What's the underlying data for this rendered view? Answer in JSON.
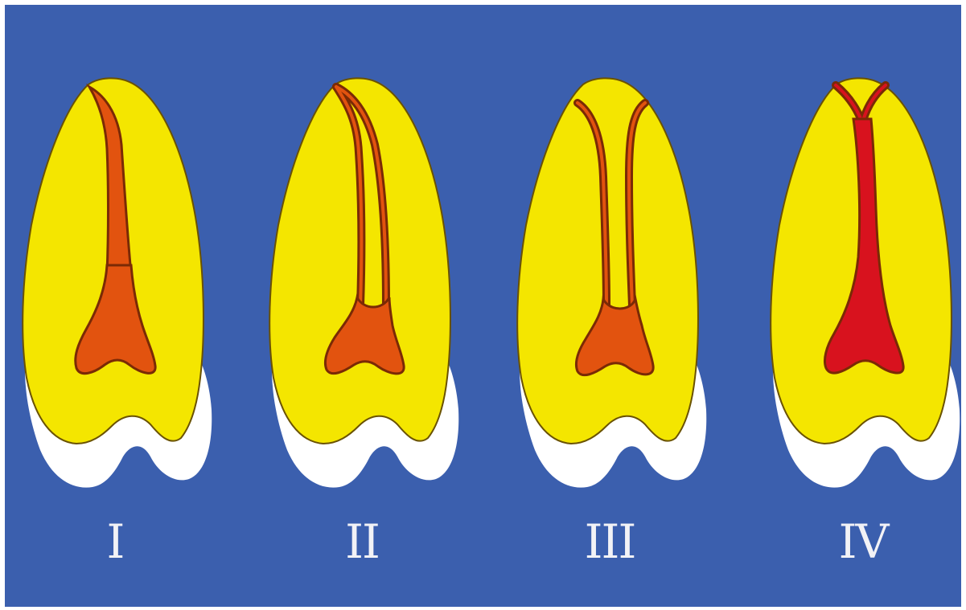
{
  "colors": {
    "background": "#3b5fae",
    "frame": "#ffffff",
    "crown_white": "#ffffff",
    "dentin": "#f4e600",
    "outline": "#6a5200",
    "canal_wall": "#7a2a05",
    "pulp": "#e2530f",
    "pulp_red": "#d8121e",
    "label": "#f2f2f6"
  },
  "teeth": [
    {
      "label": "I",
      "type": "single",
      "pulp_color": "pulp"
    },
    {
      "label": "II",
      "type": "split_merge",
      "pulp_color": "pulp"
    },
    {
      "label": "III",
      "type": "two_canals",
      "pulp_color": "pulp"
    },
    {
      "label": "IV",
      "type": "merge_top",
      "pulp_color": "pulp_red"
    }
  ]
}
